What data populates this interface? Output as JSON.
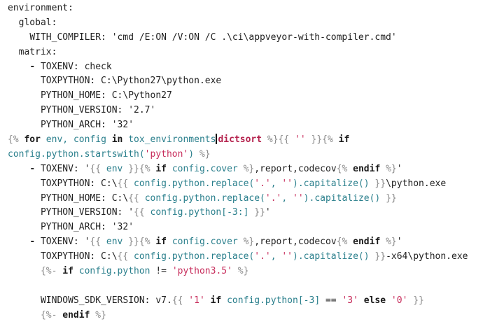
{
  "editor": {
    "lines": [
      {
        "indent": "",
        "tokens": [
          {
            "t": "environment:",
            "c": "plain"
          }
        ]
      },
      {
        "indent": "  ",
        "tokens": [
          {
            "t": "global:",
            "c": "plain"
          }
        ]
      },
      {
        "indent": "    ",
        "tokens": [
          {
            "t": "WITH_COMPILER: 'cmd /E:ON /V:ON /C .\\ci\\appveyor-with-compiler.cmd'",
            "c": "plain"
          }
        ]
      },
      {
        "indent": "  ",
        "tokens": [
          {
            "t": "matrix:",
            "c": "plain"
          }
        ]
      },
      {
        "indent": "    ",
        "tokens": [
          {
            "t": "- ",
            "c": "kw"
          },
          {
            "t": "TOXENV: check",
            "c": "plain"
          }
        ]
      },
      {
        "indent": "      ",
        "tokens": [
          {
            "t": "TOXPYTHON: C:\\Python27\\python.exe",
            "c": "plain"
          }
        ]
      },
      {
        "indent": "      ",
        "tokens": [
          {
            "t": "PYTHON_HOME: C:\\Python27",
            "c": "plain"
          }
        ]
      },
      {
        "indent": "      ",
        "tokens": [
          {
            "t": "PYTHON_VERSION: '2.7'",
            "c": "plain"
          }
        ]
      },
      {
        "indent": "      ",
        "tokens": [
          {
            "t": "PYTHON_ARCH: '32'",
            "c": "plain"
          }
        ]
      },
      {
        "indent": "",
        "tokens": [
          {
            "t": "{% ",
            "c": "jinja"
          },
          {
            "t": "for",
            "c": "kw"
          },
          {
            "t": " env, ",
            "c": "ident"
          },
          {
            "t": "config",
            "c": "ident"
          },
          {
            "t": " ",
            "c": "plain"
          },
          {
            "t": "in",
            "c": "kw"
          },
          {
            "t": " ",
            "c": "plain"
          },
          {
            "t": "tox_environments",
            "c": "ident"
          },
          {
            "cursor": true
          },
          {
            "t": "dictsort",
            "c": "filter"
          },
          {
            "t": " %}{{ ",
            "c": "jinja"
          },
          {
            "t": "''",
            "c": "str"
          },
          {
            "t": " }}{% ",
            "c": "jinja"
          },
          {
            "t": "if",
            "c": "kw"
          }
        ]
      },
      {
        "indent": "",
        "tokens": [
          {
            "t": "config.python.startswith(",
            "c": "ident"
          },
          {
            "t": "'python'",
            "c": "str"
          },
          {
            "t": ")",
            "c": "ident"
          },
          {
            "t": " %}",
            "c": "jinja"
          }
        ]
      },
      {
        "indent": "    ",
        "tokens": [
          {
            "t": "- ",
            "c": "kw"
          },
          {
            "t": "TOXENV: '",
            "c": "plain"
          },
          {
            "t": "{{ ",
            "c": "jinja"
          },
          {
            "t": "env",
            "c": "ident"
          },
          {
            "t": " }}{% ",
            "c": "jinja"
          },
          {
            "t": "if",
            "c": "kw"
          },
          {
            "t": " ",
            "c": "plain"
          },
          {
            "t": "config.cover",
            "c": "ident"
          },
          {
            "t": " %}",
            "c": "jinja"
          },
          {
            "t": ",report,codecov",
            "c": "plain"
          },
          {
            "t": "{% ",
            "c": "jinja"
          },
          {
            "t": "endif",
            "c": "kw"
          },
          {
            "t": " %}",
            "c": "jinja"
          },
          {
            "t": "'",
            "c": "plain"
          }
        ]
      },
      {
        "indent": "      ",
        "tokens": [
          {
            "t": "TOXPYTHON: C:\\",
            "c": "plain"
          },
          {
            "t": "{{ ",
            "c": "jinja"
          },
          {
            "t": "config.python.replace(",
            "c": "ident"
          },
          {
            "t": "'.'",
            "c": "str"
          },
          {
            "t": ", ",
            "c": "ident"
          },
          {
            "t": "''",
            "c": "str"
          },
          {
            "t": ").capitalize()",
            "c": "ident"
          },
          {
            "t": " }}",
            "c": "jinja"
          },
          {
            "t": "\\python.exe",
            "c": "plain"
          }
        ]
      },
      {
        "indent": "      ",
        "tokens": [
          {
            "t": "PYTHON_HOME: C:\\",
            "c": "plain"
          },
          {
            "t": "{{ ",
            "c": "jinja"
          },
          {
            "t": "config.python.replace(",
            "c": "ident"
          },
          {
            "t": "'.'",
            "c": "str"
          },
          {
            "t": ", ",
            "c": "ident"
          },
          {
            "t": "''",
            "c": "str"
          },
          {
            "t": ").capitalize()",
            "c": "ident"
          },
          {
            "t": " }}",
            "c": "jinja"
          }
        ]
      },
      {
        "indent": "      ",
        "tokens": [
          {
            "t": "PYTHON_VERSION: '",
            "c": "plain"
          },
          {
            "t": "{{ ",
            "c": "jinja"
          },
          {
            "t": "config.python[",
            "c": "ident"
          },
          {
            "t": "-3",
            "c": "num"
          },
          {
            "t": ":]",
            "c": "ident"
          },
          {
            "t": " }}",
            "c": "jinja"
          },
          {
            "t": "'",
            "c": "plain"
          }
        ]
      },
      {
        "indent": "      ",
        "tokens": [
          {
            "t": "PYTHON_ARCH: '32'",
            "c": "plain"
          }
        ]
      },
      {
        "indent": "    ",
        "tokens": [
          {
            "t": "- ",
            "c": "kw"
          },
          {
            "t": "TOXENV: '",
            "c": "plain"
          },
          {
            "t": "{{ ",
            "c": "jinja"
          },
          {
            "t": "env",
            "c": "ident"
          },
          {
            "t": " }}{% ",
            "c": "jinja"
          },
          {
            "t": "if",
            "c": "kw"
          },
          {
            "t": " ",
            "c": "plain"
          },
          {
            "t": "config.cover",
            "c": "ident"
          },
          {
            "t": " %}",
            "c": "jinja"
          },
          {
            "t": ",report,codecov",
            "c": "plain"
          },
          {
            "t": "{% ",
            "c": "jinja"
          },
          {
            "t": "endif",
            "c": "kw"
          },
          {
            "t": " %}",
            "c": "jinja"
          },
          {
            "t": "'",
            "c": "plain"
          }
        ]
      },
      {
        "indent": "      ",
        "tokens": [
          {
            "t": "TOXPYTHON: C:\\",
            "c": "plain"
          },
          {
            "t": "{{ ",
            "c": "jinja"
          },
          {
            "t": "config.python.replace(",
            "c": "ident"
          },
          {
            "t": "'.'",
            "c": "str"
          },
          {
            "t": ", ",
            "c": "ident"
          },
          {
            "t": "''",
            "c": "str"
          },
          {
            "t": ").capitalize()",
            "c": "ident"
          },
          {
            "t": " }}",
            "c": "jinja"
          },
          {
            "t": "-x64\\python.exe",
            "c": "plain"
          }
        ]
      },
      {
        "indent": "      ",
        "tokens": [
          {
            "t": "{%- ",
            "c": "jinja"
          },
          {
            "t": "if",
            "c": "kw"
          },
          {
            "t": " ",
            "c": "plain"
          },
          {
            "t": "config.python",
            "c": "ident"
          },
          {
            "t": " != ",
            "c": "plain"
          },
          {
            "t": "'python3.5'",
            "c": "str"
          },
          {
            "t": " %}",
            "c": "jinja"
          }
        ]
      },
      {
        "indent": "",
        "tokens": []
      },
      {
        "indent": "      ",
        "tokens": [
          {
            "t": "WINDOWS_SDK_VERSION: v7.",
            "c": "plain"
          },
          {
            "t": "{{ ",
            "c": "jinja"
          },
          {
            "t": "'1'",
            "c": "str"
          },
          {
            "t": " ",
            "c": "plain"
          },
          {
            "t": "if",
            "c": "kw"
          },
          {
            "t": " ",
            "c": "plain"
          },
          {
            "t": "config.python[",
            "c": "ident"
          },
          {
            "t": "-3",
            "c": "num"
          },
          {
            "t": "]",
            "c": "ident"
          },
          {
            "t": " == ",
            "c": "plain"
          },
          {
            "t": "'3'",
            "c": "str"
          },
          {
            "t": " ",
            "c": "plain"
          },
          {
            "t": "else",
            "c": "kw"
          },
          {
            "t": " ",
            "c": "plain"
          },
          {
            "t": "'0'",
            "c": "str"
          },
          {
            "t": " }}",
            "c": "jinja"
          }
        ]
      },
      {
        "indent": "      ",
        "tokens": [
          {
            "t": "{%- ",
            "c": "jinja"
          },
          {
            "t": "endif",
            "c": "kw"
          },
          {
            "t": " %}",
            "c": "jinja"
          }
        ]
      }
    ]
  }
}
